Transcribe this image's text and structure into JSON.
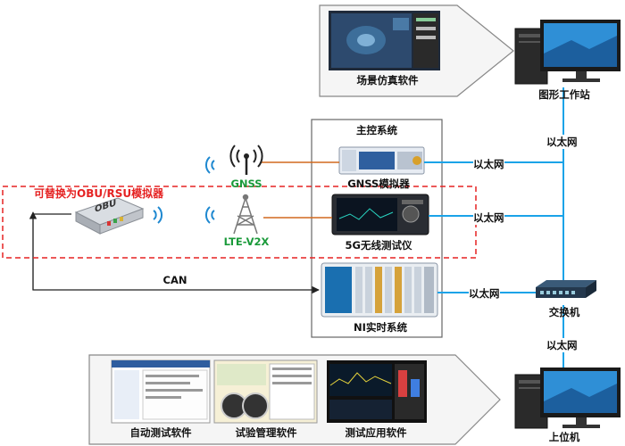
{
  "labels": {
    "scene_software": "场景仿真软件",
    "graphics_workstation": "图形工作站",
    "main_control": "主控系统",
    "ethernet": "以太网",
    "gnss": "GNSS",
    "gnss_simulator": "GNSS模拟器",
    "lte_v2x": "LTE-V2X",
    "tester_5g": "5G无线测试仪",
    "replaceable": "可替换为OBU/RSU模拟器",
    "obu": "OBU",
    "can": "CAN",
    "ni_system": "NI实时系统",
    "switch": "交换机",
    "upper_computer": "上位机",
    "auto_test_sw": "自动测试软件",
    "test_mgmt_sw": "试验管理软件",
    "test_app_sw": "测试应用软件"
  },
  "colors": {
    "ethernet_line": "#1aa3e8",
    "rf_line": "#d2691e",
    "dashed_box": "#e52222",
    "gnss_text": "#1a9a3a",
    "replace_text": "#e52222",
    "wave": "#1e88d0"
  }
}
